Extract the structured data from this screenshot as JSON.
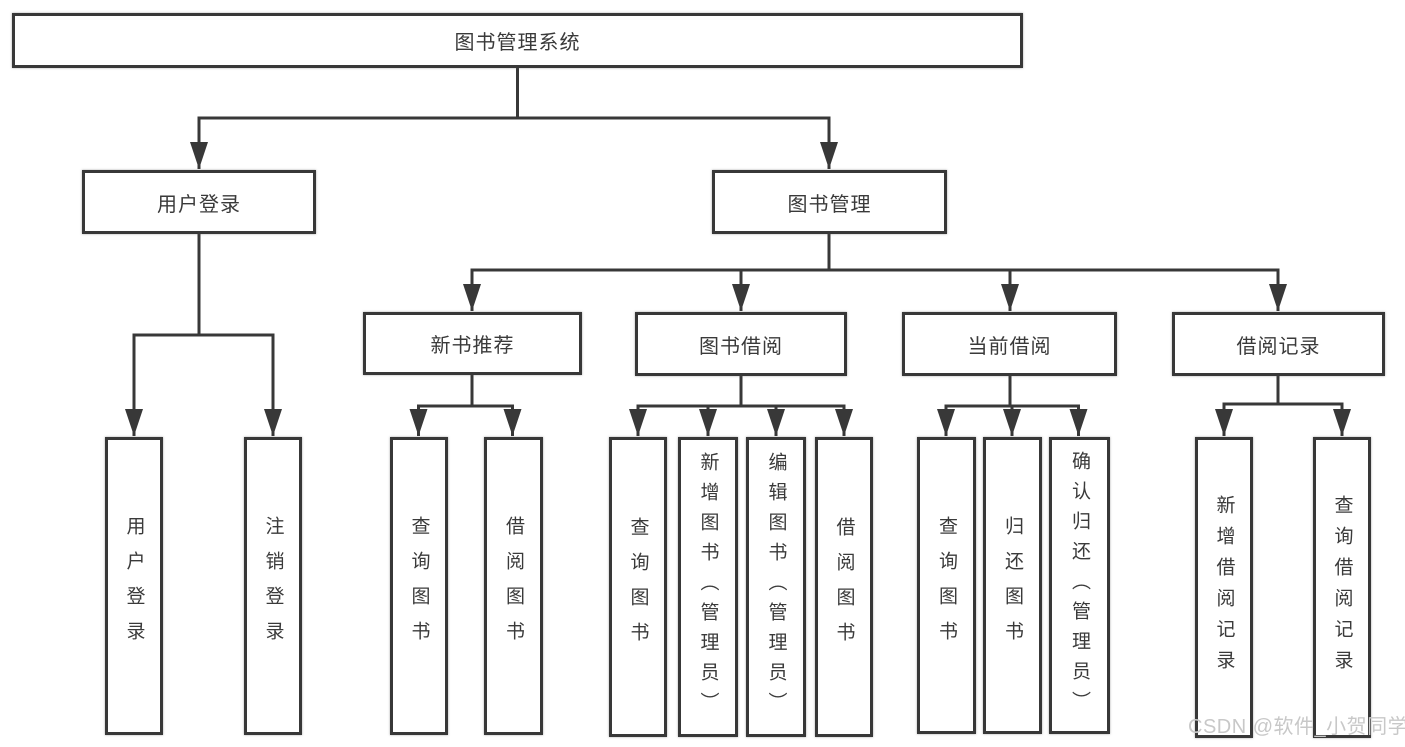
{
  "title": "图书管理系统",
  "watermark": "CSDN @软件_小贺同学",
  "colors": {
    "line": "#383838",
    "text": "#3a3a3a",
    "box_background": "#ffffff",
    "watermark": "#c8c8c8",
    "page_background": "#ffffff"
  },
  "tree": {
    "root": {
      "label": "图书管理系统"
    },
    "user_login": {
      "label": "用户登录",
      "children": {
        "login": {
          "label": "用户登录"
        },
        "logout": {
          "label": "注销登录"
        }
      }
    },
    "book_mgmt": {
      "label": "图书管理",
      "children": {
        "new_book_rec": {
          "label": "新书推荐",
          "children": {
            "query": {
              "label": "查询图书"
            },
            "borrow": {
              "label": "借阅图书"
            }
          }
        },
        "book_borrow": {
          "label": "图书借阅",
          "children": {
            "query": {
              "label": "查询图书"
            },
            "add": {
              "label": "新增图书（管理员）"
            },
            "edit": {
              "label": "编辑图书（管理员）"
            },
            "borrow": {
              "label": "借阅图书"
            }
          }
        },
        "current_borrow": {
          "label": "当前借阅",
          "children": {
            "query": {
              "label": "查询图书"
            },
            "return": {
              "label": "归还图书"
            },
            "confirm": {
              "label": "确认归还（管理员）"
            }
          }
        },
        "borrow_records": {
          "label": "借阅记录",
          "children": {
            "add": {
              "label": "新增借阅记录"
            },
            "query": {
              "label": "查询借阅记录"
            }
          }
        }
      }
    }
  }
}
